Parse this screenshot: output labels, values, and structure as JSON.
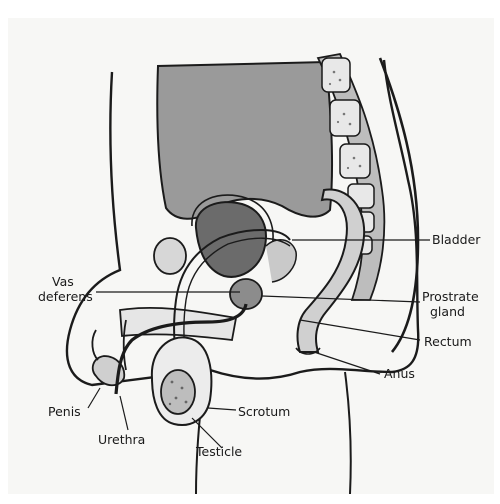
{
  "labels": {
    "bladder": "Bladder",
    "vas_line1": "Vas",
    "vas_line2": "deferens",
    "prostate_line1": "Prostrate",
    "prostate_line2": "gland",
    "rectum": "Rectum",
    "anus": "Anus",
    "penis": "Penis",
    "urethra": "Urethra",
    "scrotum": "Scrotum",
    "testicle": "Testicle"
  },
  "colors": {
    "paper": "#f7f7f5",
    "outline": "#1b1b1b",
    "pelvis_fill": "#9a9a9a",
    "bladder_fill": "#6b6b6b",
    "spine_fill": "#bdbdbd",
    "vertebra_fill": "#e8e8e8"
  }
}
